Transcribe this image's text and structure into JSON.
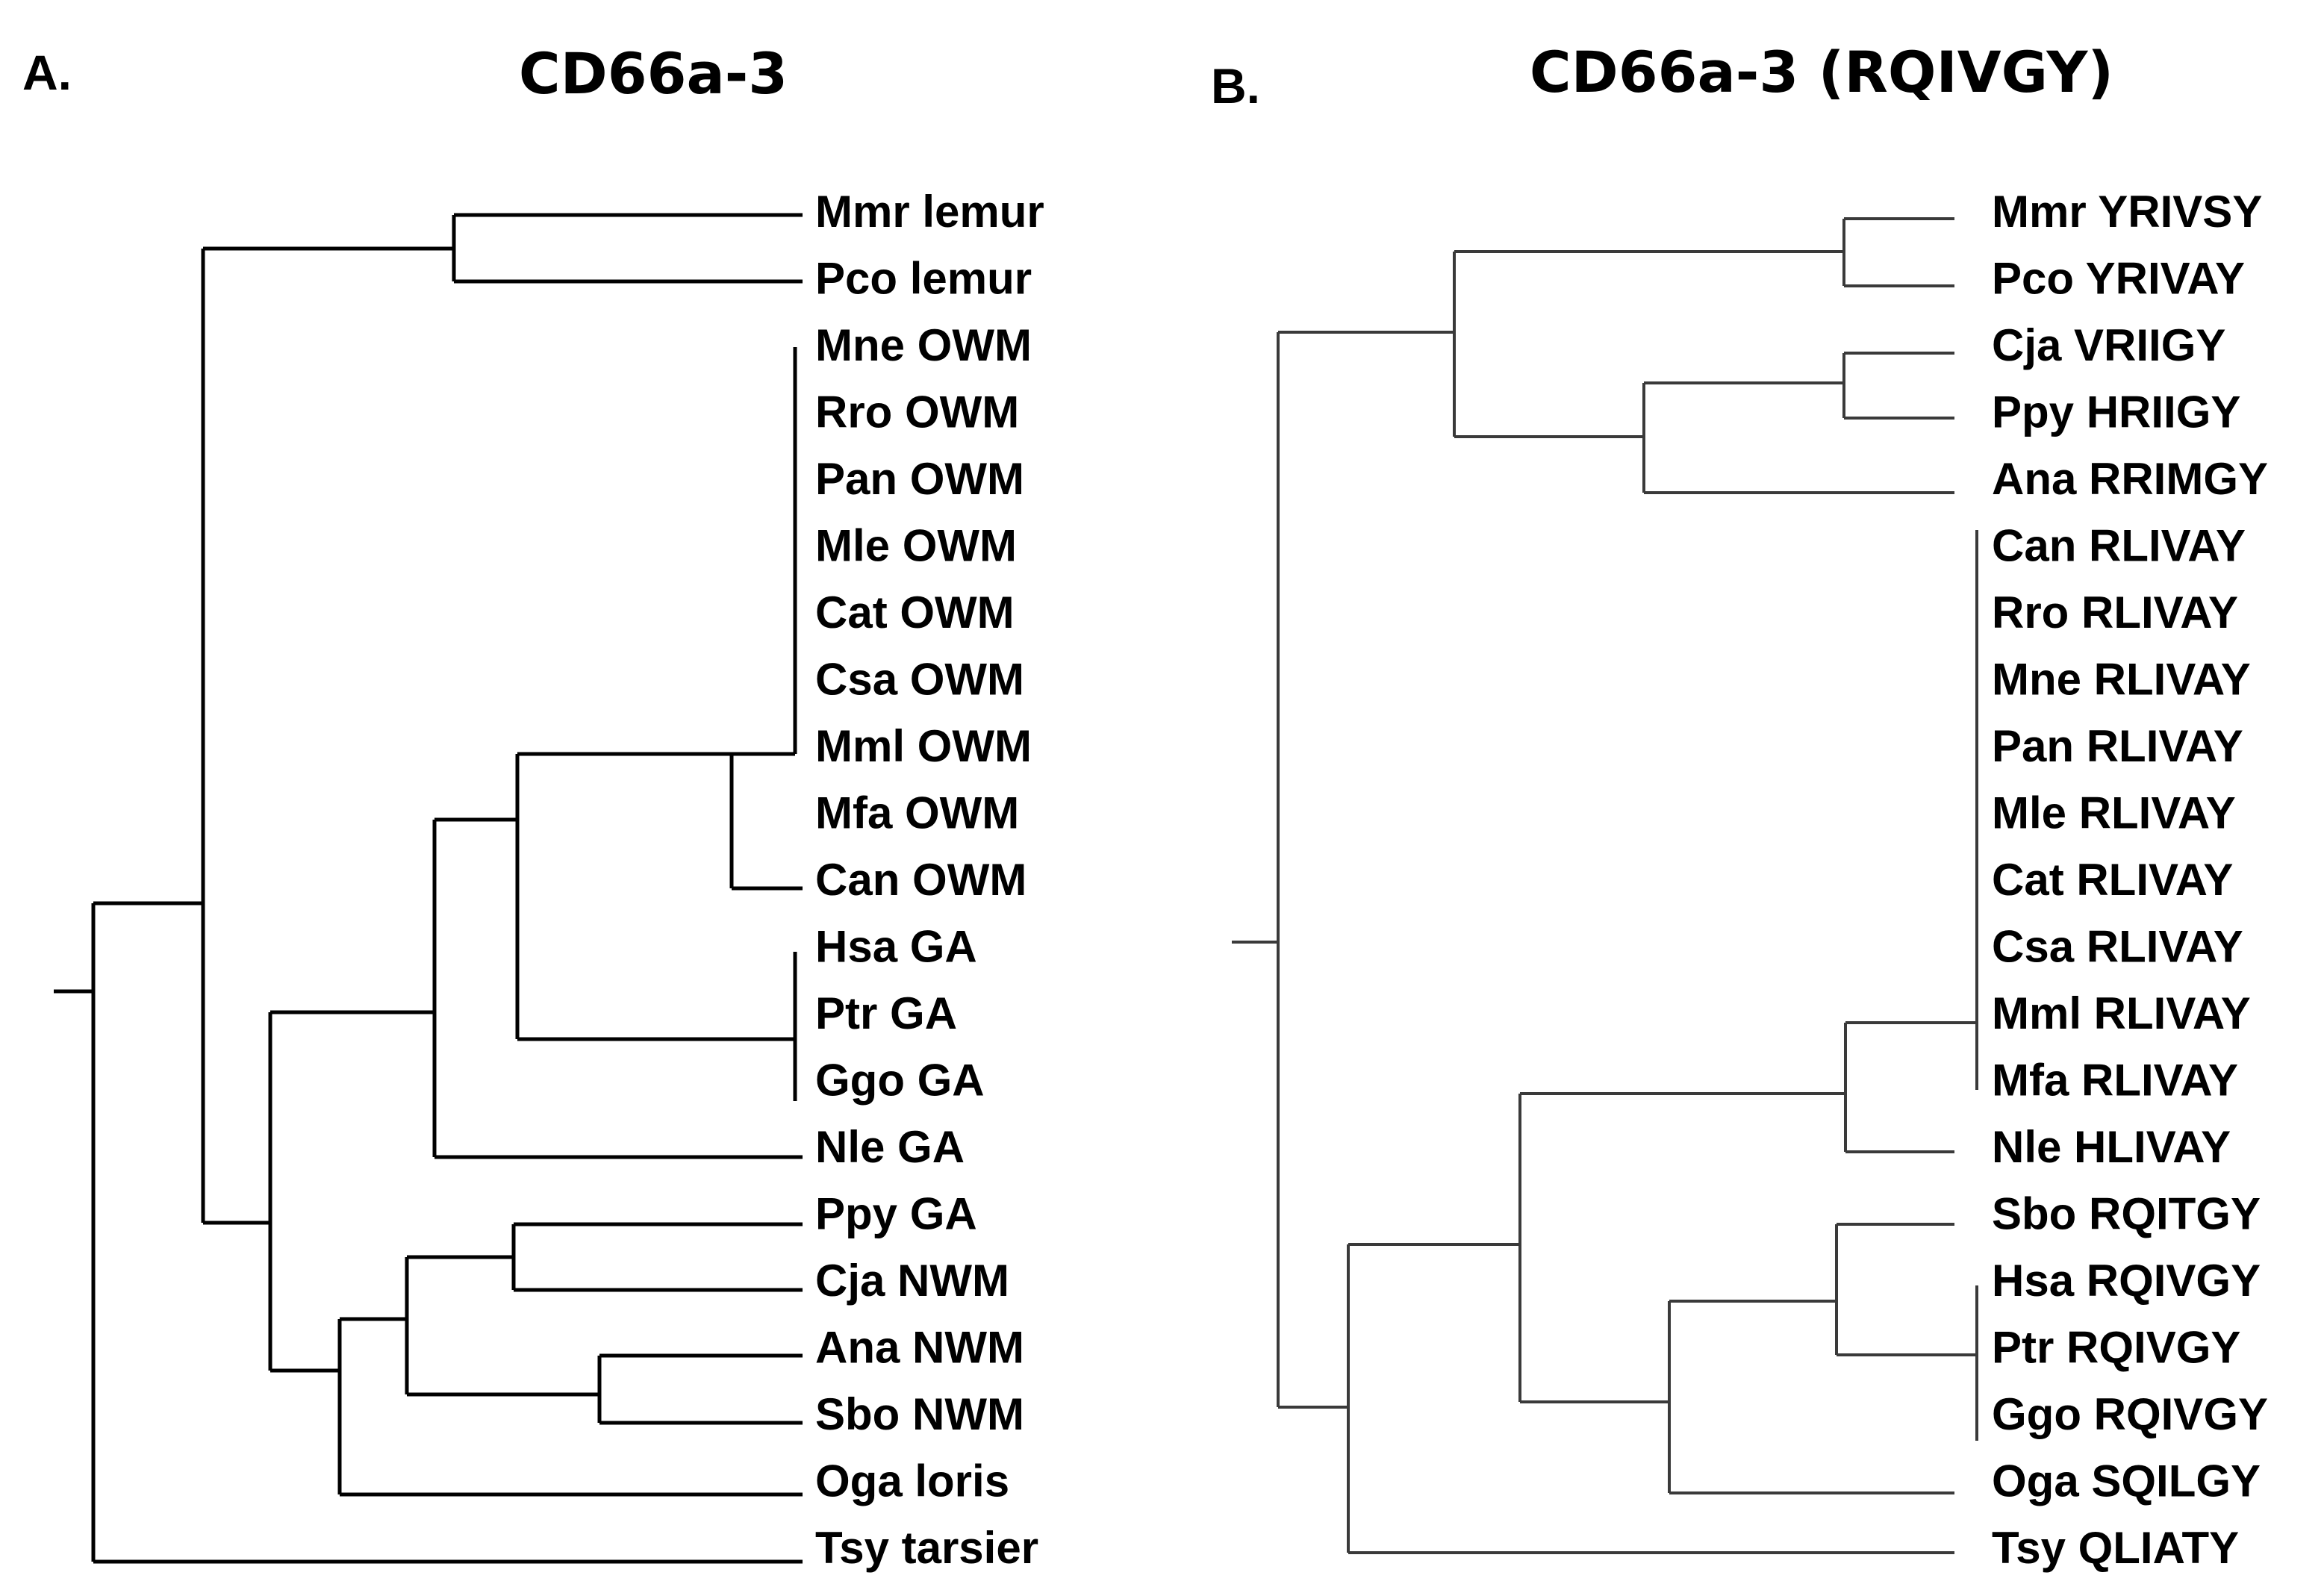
{
  "panel_a": {
    "letter": "A.",
    "title": "CD66a-3",
    "leaves": [
      "Mmr lemur",
      "Pco lemur",
      "Mne OWM",
      "Rro OWM",
      "Pan OWM",
      "Mle OWM",
      "Cat OWM",
      "Csa OWM",
      "Mml OWM",
      "Mfa OWM",
      "Can OWM",
      "Hsa GA",
      "Ptr GA",
      "Ggo GA",
      "Nle GA",
      "Ppy GA",
      "Cja NWM",
      "Ana NWM",
      "Sbo NWM",
      "Oga loris",
      "Tsy tarsier"
    ]
  },
  "panel_b": {
    "letter": "B.",
    "title": "CD66a-3 (RQIVGY)",
    "leaves": [
      "Mmr YRIVSY",
      "Pco YRIVAY",
      "Cja VRIIGY",
      "Ppy HRIIGY",
      "Ana RRIMGY",
      "Can RLIVAY",
      "Rro RLIVAY",
      "Mne RLIVAY",
      "Pan RLIVAY",
      "Mle RLIVAY",
      "Cat RLIVAY",
      "Csa RLIVAY",
      "Mml RLIVAY",
      "Mfa RLIVAY",
      "Nle HLIVAY",
      "Sbo RQITGY",
      "Hsa RQIVGY",
      "Ptr RQIVGY",
      "Ggo RQIVGY",
      "Oga SQILGY",
      "Tsy QLIATY"
    ]
  }
}
